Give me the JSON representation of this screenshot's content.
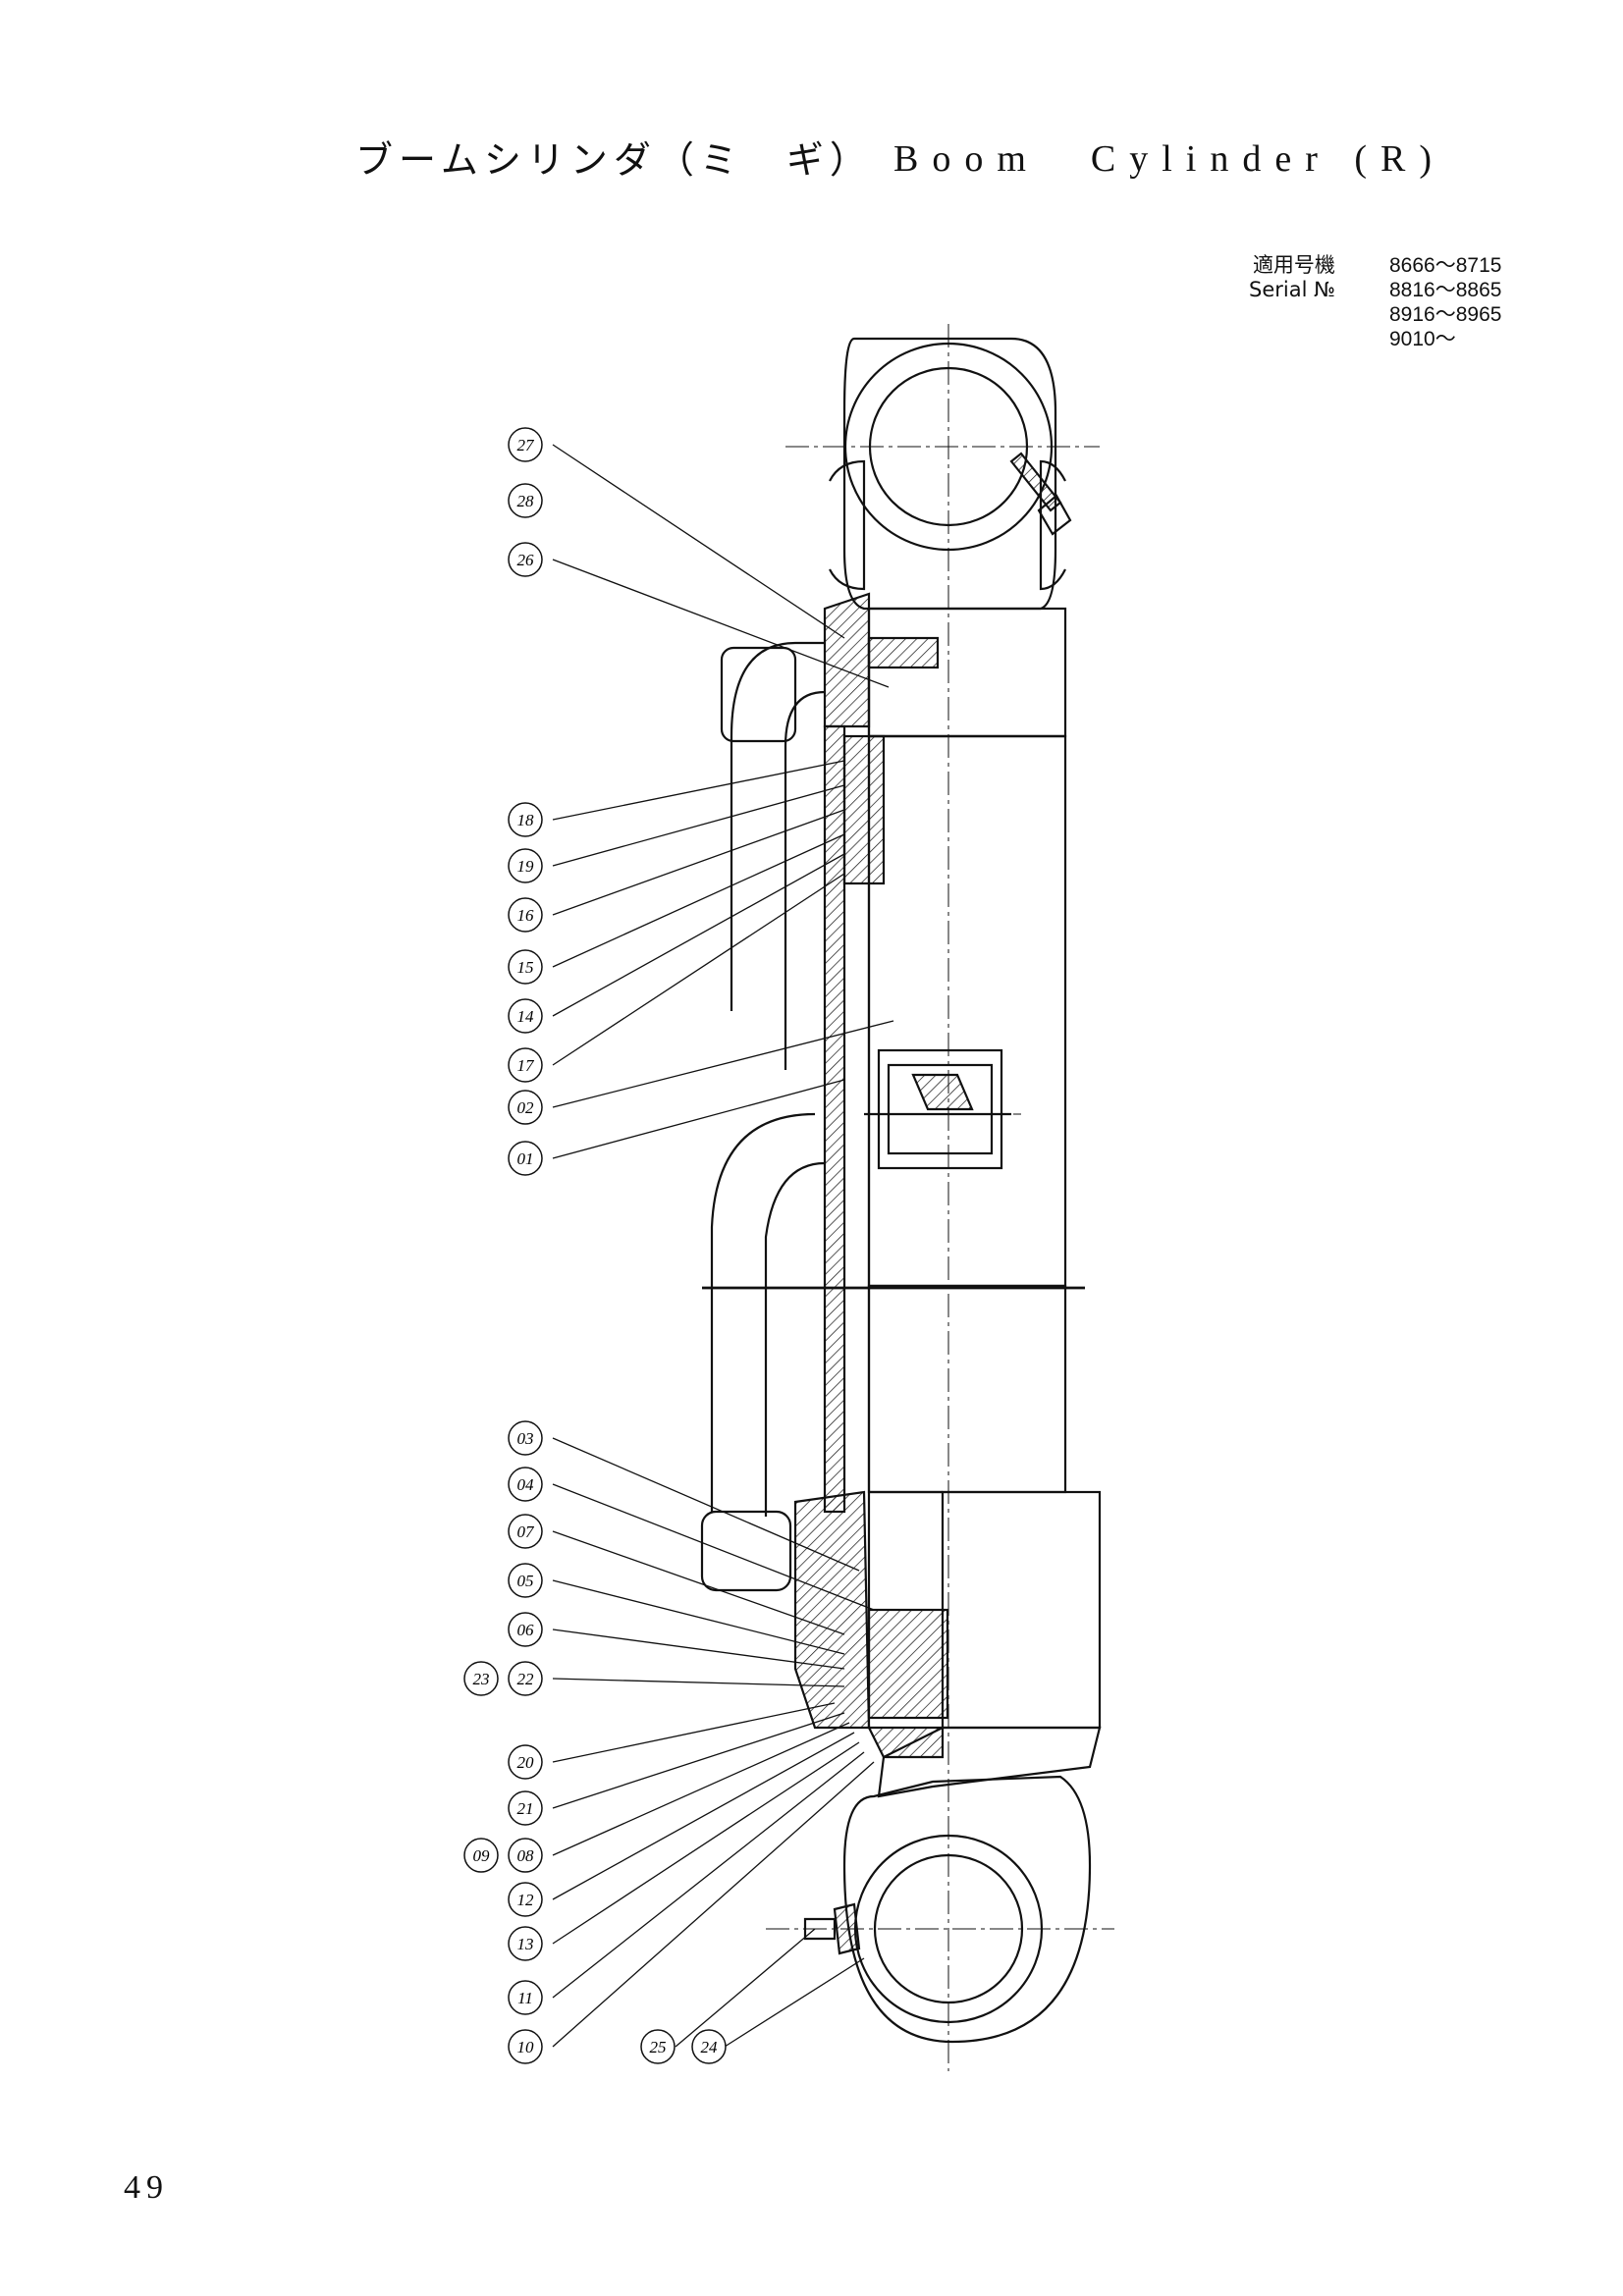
{
  "title": {
    "japanese": "ブームシリンダ（ミ　ギ）",
    "english": "Boom　Cylinder (R)"
  },
  "serial": {
    "label_line1": "適用号機",
    "label_line2": "Serial №",
    "numbers": [
      "8666〜8715",
      "8816〜8865",
      "8916〜8965",
      "9010〜"
    ]
  },
  "callouts": {
    "c27": "27",
    "c28": "28",
    "c26": "26",
    "c18": "18",
    "c19": "19",
    "c16": "16",
    "c15": "15",
    "c14": "14",
    "c17": "17",
    "c02": "02",
    "c01": "01",
    "c03": "03",
    "c04": "04",
    "c07": "07",
    "c05": "05",
    "c06": "06",
    "c22": "22",
    "c23": "23",
    "c20": "20",
    "c21": "21",
    "c08": "08",
    "c09": "09",
    "c12": "12",
    "c13": "13",
    "c11": "11",
    "c10": "10",
    "c25": "25",
    "c24": "24"
  },
  "page_number": "49"
}
